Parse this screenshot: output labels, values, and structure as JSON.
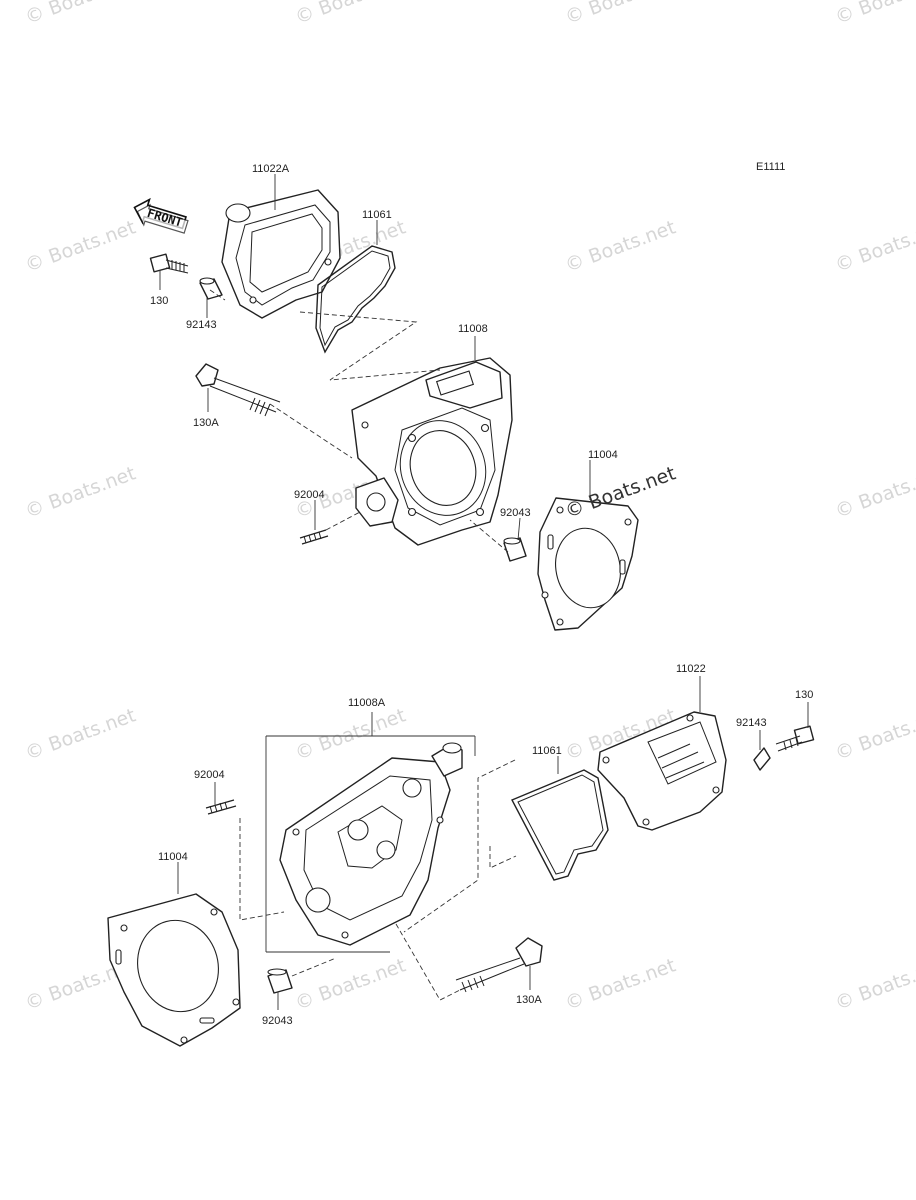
{
  "diagram_code": "E1111",
  "front_label": "FRONT",
  "stamp_text": "© Boats.net",
  "watermark_text": "© Boats.net",
  "parts_upper": {
    "p1": "11022A",
    "p2": "11061",
    "p3": "130",
    "p4": "92143",
    "p5": "11008",
    "p6": "130A",
    "p7": "11004",
    "p8": "92004",
    "p9": "92043"
  },
  "parts_lower": {
    "p1": "11022",
    "p2": "130",
    "p3": "92143",
    "p4": "11008A",
    "p5": "11061",
    "p6": "92004",
    "p7": "11004",
    "p8": "92043",
    "p9": "130A"
  }
}
